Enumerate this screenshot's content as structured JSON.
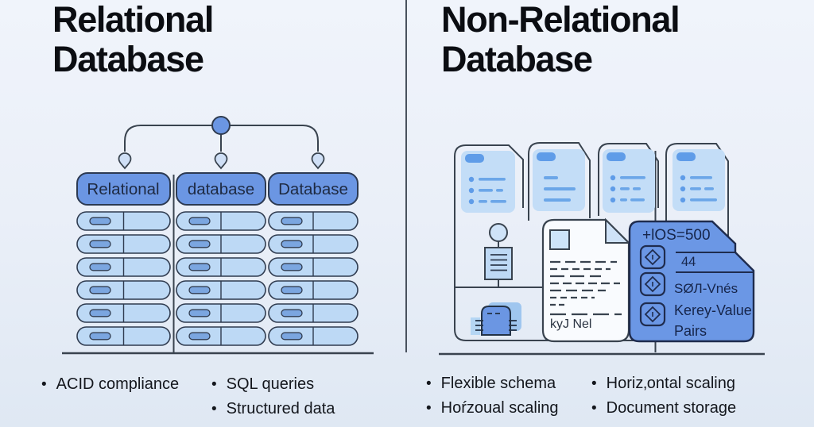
{
  "left_panel": {
    "title": "Relational Database",
    "diagram": {
      "table_headers": [
        "Relational",
        "database",
        "Database"
      ],
      "row_count": 6
    },
    "bullets": {
      "col1": [
        "ACID compliance"
      ],
      "col2": [
        "SQL queries",
        "Structured data"
      ]
    }
  },
  "right_panel": {
    "title": "Non-Relational Database",
    "diagram": {
      "document_label": "kyJ Nel",
      "panel_title": "+lOS=500",
      "panel_items": [
        "44",
        "SØЛ-Vnés",
        "Kerey-Value",
        "Pairs"
      ]
    },
    "bullets": {
      "col1": [
        "Flexible schema",
        "Hoŕzoual scaling"
      ],
      "col2": [
        "Horiz‚ontal scaling",
        "Document storage"
      ]
    }
  },
  "icons": {
    "tree_root": "circle-node",
    "tree_arrow": "teardrop-down-arrow",
    "document_cards": "folded-corner-document",
    "flow_node": "list-box",
    "server": "database-server",
    "code_panel_item": "diamond-code",
    "bullet": "dot"
  },
  "colors": {
    "background_top": "#f0f4fb",
    "background_bottom": "#dfe8f3",
    "accent_blue": "#6b96e3",
    "light_blue": "#bdd9f5",
    "card_blue": "#c3ddf7",
    "pill_blue": "#7ba6e0",
    "outline_dark": "#39434f",
    "navy_text": "#1e2a42",
    "panel_navy": "#1f2c4e",
    "title_text": "#0b0d12"
  }
}
